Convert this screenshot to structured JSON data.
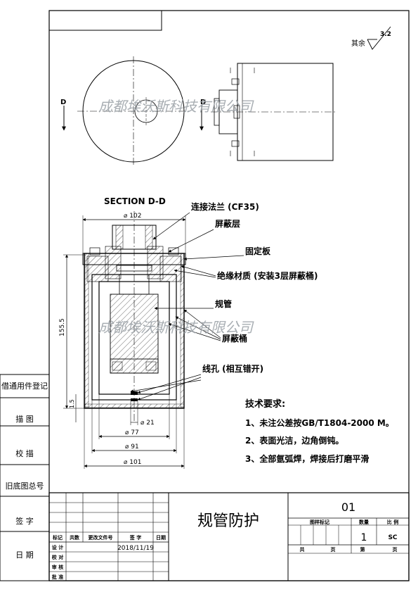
{
  "title_block": {
    "drawing_name": "规管防护",
    "drawing_number": "01",
    "label_drawing_mark": "图样标记",
    "label_quantity": "数量",
    "label_ratio": "比 例",
    "quantity": "1",
    "ratio": "SC",
    "label_total": "共",
    "label_pages": "页",
    "label_sheet": "第",
    "label_sheet_pages": "页",
    "label_mark": "标记",
    "label_count": "共数",
    "label_change_doc": "更改文件号",
    "label_sign": "签 字",
    "label_date": "日期",
    "label_design": "设 计",
    "label_proof": "校 对",
    "label_review": "审 核",
    "label_approve": "批 准",
    "date": "2018/11/19"
  },
  "left_strip": {
    "borrow": "借通用件登记",
    "trace": "描 图",
    "check": "校 描",
    "old_number": "旧底图总号",
    "signature": "签 字",
    "date": "日 期"
  },
  "roughness": {
    "prefix": "其余",
    "value": "3.2"
  },
  "section": {
    "title": "SECTION D-D",
    "marker_left": "D",
    "marker_right": "D"
  },
  "callouts": {
    "flange": "连接法兰 (CF35)",
    "shield_layer": "屏蔽层",
    "plate": "固定板",
    "insulation": "绝缘材质 (安装3层屏蔽桶)",
    "gauge": "规管",
    "bucket": "屏蔽桶",
    "wire_holes": "线孔 (相互错开)"
  },
  "dimensions": {
    "top": "⌀ 102",
    "height": "155.5",
    "small": "1.5",
    "d21": "⌀ 21",
    "d77": "⌀ 77",
    "d91": "⌀ 91",
    "d101": "⌀ 101"
  },
  "notes": {
    "heading": "技术要求:",
    "items": [
      "1、未注公差按GB/T1804-2000 M。",
      "2、表面光洁，边角倒钝。",
      "3、全部氩弧焊，焊接后打磨平滑"
    ]
  },
  "watermark": "成都埃沃斯科技有限公司"
}
